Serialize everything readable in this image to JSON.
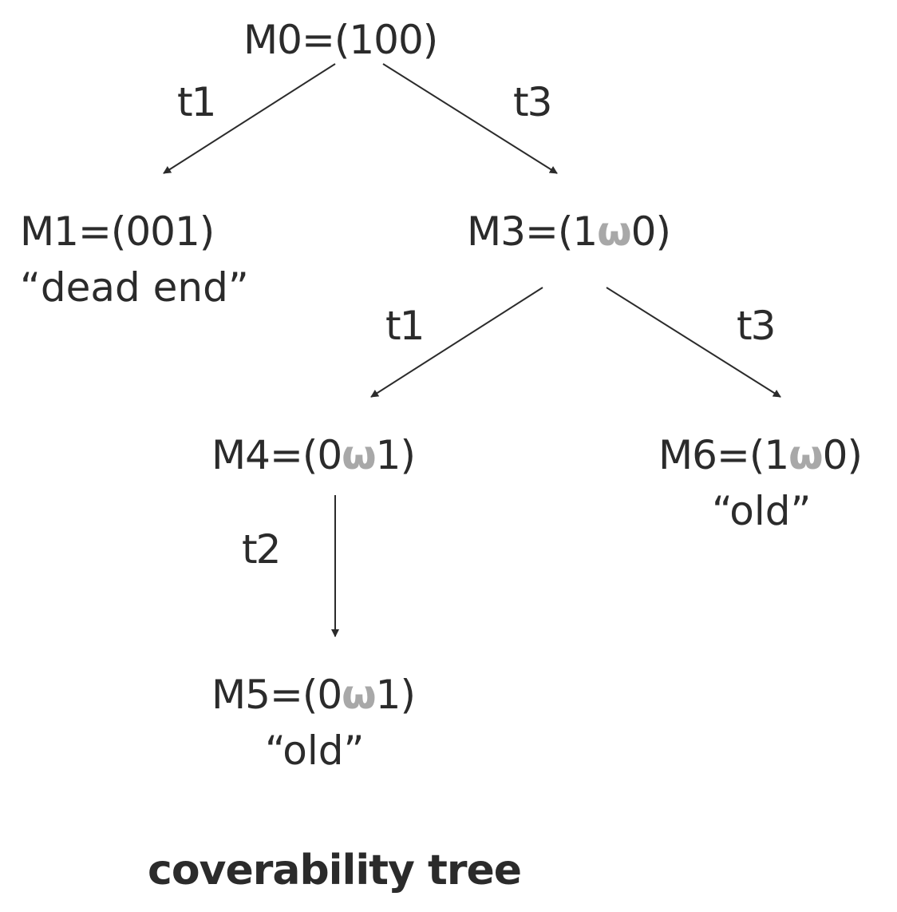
{
  "colors": {
    "text": "#2b2b2b",
    "omega": "#a8a8a8",
    "edge": "#2b2b2b"
  },
  "nodes": {
    "m0": {
      "pre": "M0=(100)",
      "omega": "",
      "post": ""
    },
    "m1": {
      "pre": "M1=(001)",
      "omega": "",
      "post": ""
    },
    "m3": {
      "pre": "M3=(1",
      "omega": "ω",
      "post": "0)"
    },
    "m4": {
      "pre": "M4=(0",
      "omega": "ω",
      "post": "1)"
    },
    "m5": {
      "pre": "M5=(0",
      "omega": "ω",
      "post": "1)"
    },
    "m6": {
      "pre": "M6=(1",
      "omega": "ω",
      "post": "0)"
    }
  },
  "notes": {
    "m1": "“dead end”",
    "m5": "“old”",
    "m6": "“old”"
  },
  "edges": {
    "m0_m1": "t1",
    "m0_m3": "t3",
    "m3_m4": "t1",
    "m3_m6": "t3",
    "m4_m5": "t2"
  },
  "caption": "coverability tree"
}
